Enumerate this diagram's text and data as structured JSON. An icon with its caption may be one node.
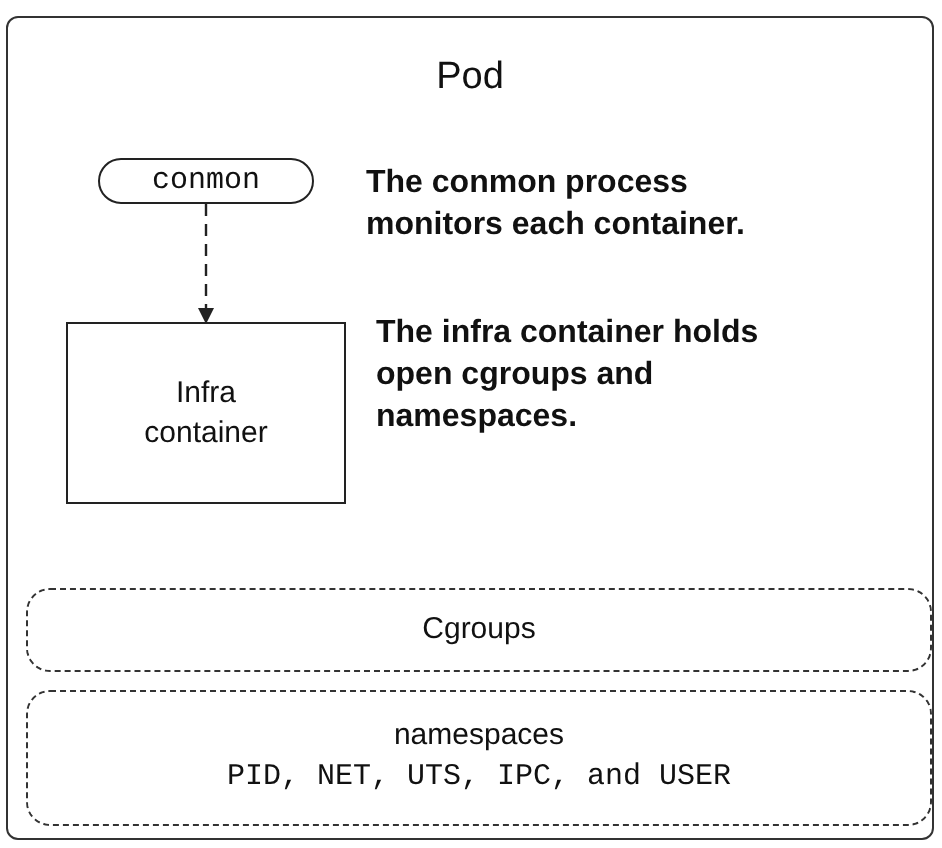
{
  "diagram": {
    "nodes": [
      {
        "text": [
          "Pod"
        ]
      },
      {
        "text": [
          "conmon"
        ],
        "in": 0
      },
      {
        "text": [
          "Infra container"
        ],
        "in": 0
      },
      {
        "text": [
          "Cgroups"
        ],
        "in": 0
      },
      {
        "text": [
          "namespaces",
          "PID, NET, UTS, IPC, and USER"
        ],
        "in": 0
      }
    ],
    "edges": [
      {
        "from": 1,
        "to": 2,
        "arrow": "to",
        "style": "dashed"
      }
    ],
    "labels": [
      "The conmon process monitors each container.",
      "The infra container holds open cgroups and namespaces."
    ]
  }
}
